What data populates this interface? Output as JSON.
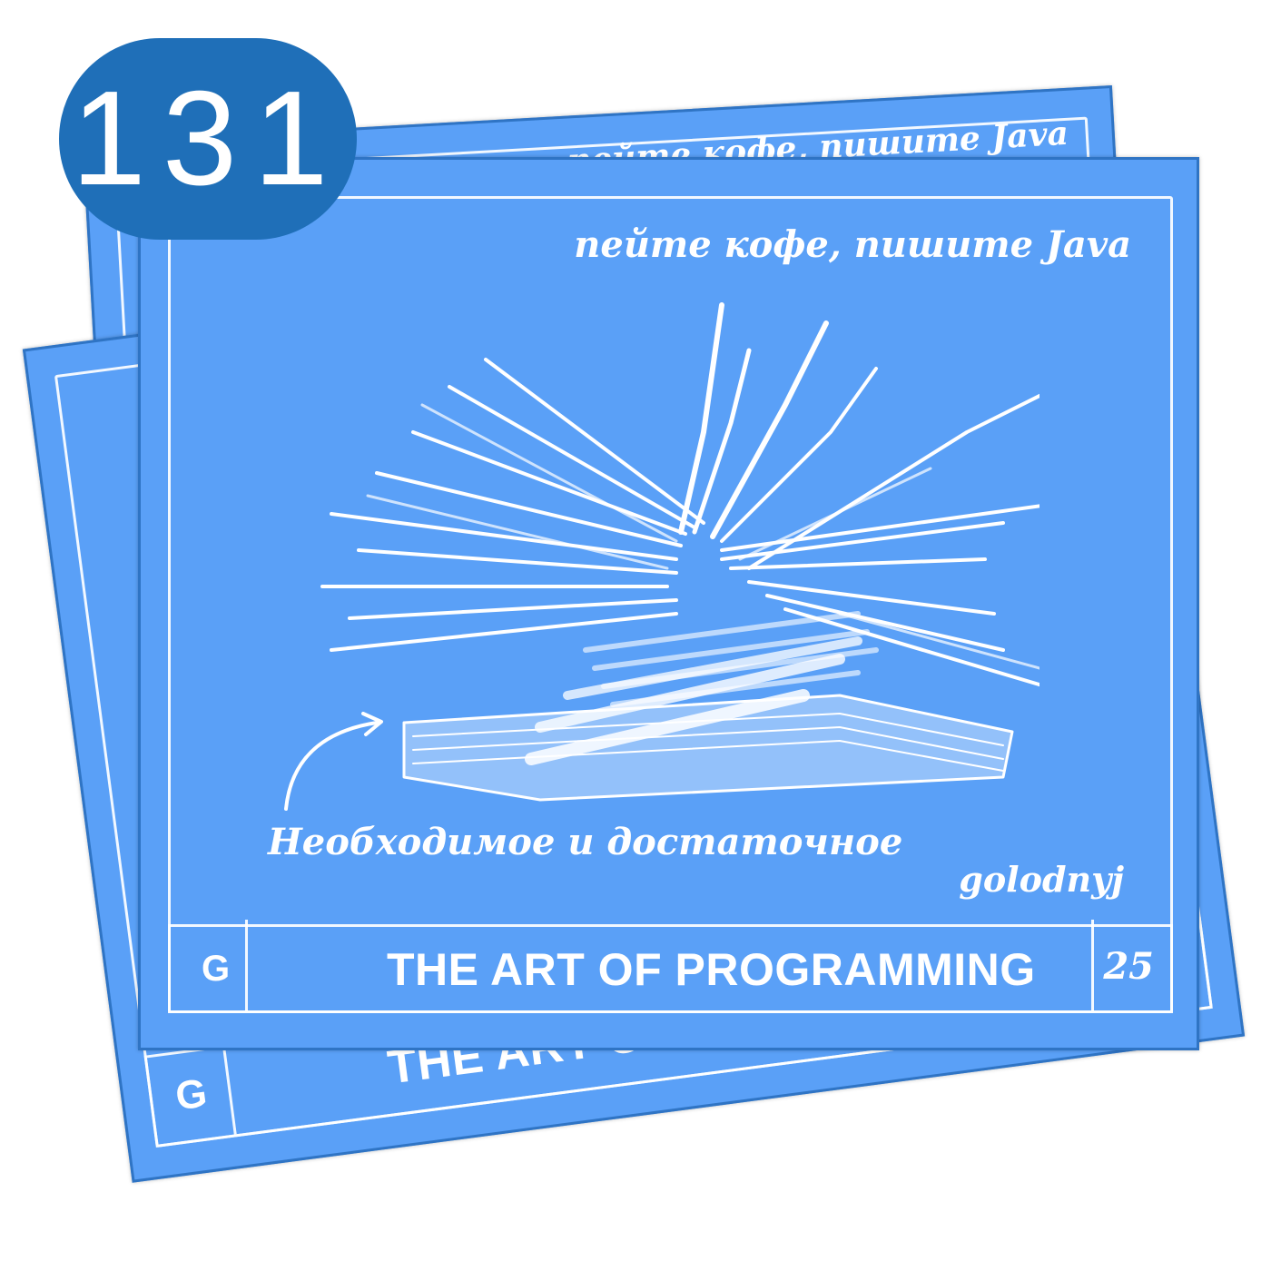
{
  "badge": {
    "number": "131"
  },
  "card": {
    "tagline": "пейте кофе, пишите Java",
    "caption": "Необходимое и достаточное",
    "author": "golodnyj",
    "footer": {
      "series_letter": "G",
      "title": "THE ART OF PROGRAMMING",
      "number": "25"
    }
  },
  "back_card_right": {
    "tagline": "пейте кофе, пишите Java"
  },
  "back_card_left": {
    "footer": {
      "series_letter": "G",
      "title": "THE ART OF PROGRAMMING"
    }
  },
  "colors": {
    "card_blue": "#5aa0f7",
    "card_border": "#2f74c4",
    "badge_blue": "#1f6fb8",
    "chalk": "#ffffff"
  },
  "icons": {
    "illustration": "open-book-sketch",
    "pointer": "curved-arrow"
  }
}
